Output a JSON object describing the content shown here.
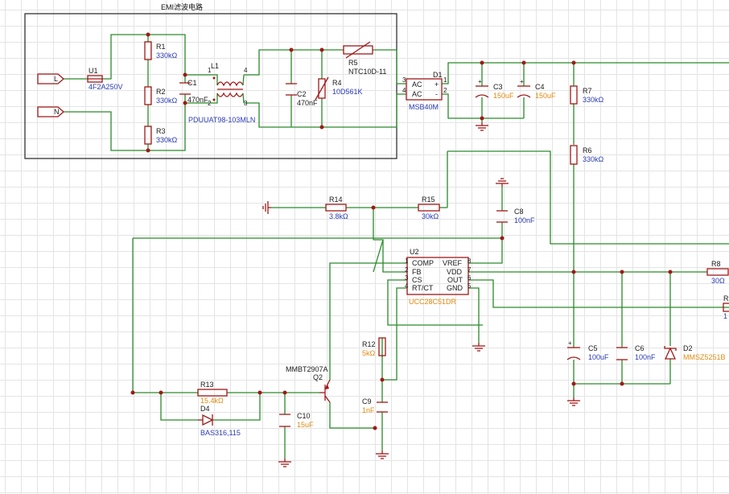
{
  "title": "EMI滤波电路",
  "ports": {
    "L": "L",
    "N": "N"
  },
  "parts": {
    "U1": {
      "ref": "U1",
      "value": "4F2A250V"
    },
    "R1": {
      "ref": "R1",
      "value": "330kΩ"
    },
    "R2": {
      "ref": "R2",
      "value": "330kΩ"
    },
    "R3": {
      "ref": "R3",
      "value": "330kΩ"
    },
    "C1": {
      "ref": "C1",
      "value": "470nF"
    },
    "L1": {
      "ref": "L1",
      "value": "PDUUAT98-103MLN",
      "pins": [
        "1",
        "2",
        "3",
        "4"
      ]
    },
    "C2": {
      "ref": "C2",
      "value": "470nF"
    },
    "R4": {
      "ref": "R4",
      "value": "10D561K"
    },
    "R5": {
      "ref": "R5",
      "value": "NTC10D-11"
    },
    "D1": {
      "ref": "D1",
      "value": "MSB40M",
      "pins": [
        "AC",
        "AC",
        "+",
        "-",
        "1",
        "2",
        "3",
        "4"
      ]
    },
    "C3": {
      "ref": "C3",
      "value": "150uF"
    },
    "C4": {
      "ref": "C4",
      "value": "150uF"
    },
    "R7": {
      "ref": "R7",
      "value": "330kΩ"
    },
    "R6": {
      "ref": "R6",
      "value": "330kΩ"
    },
    "R14": {
      "ref": "R14",
      "value": "3.8kΩ"
    },
    "R15": {
      "ref": "R15",
      "value": "30kΩ"
    },
    "C8": {
      "ref": "C8",
      "value": "100nF"
    },
    "U2": {
      "ref": "U2",
      "value": "UCC28C51DR",
      "left_pins": [
        {
          "num": "1",
          "name": "COMP"
        },
        {
          "num": "2",
          "name": "FB"
        },
        {
          "num": "3",
          "name": "CS"
        },
        {
          "num": "4",
          "name": "RT/CT"
        }
      ],
      "right_pins": [
        {
          "num": "8",
          "name": "VREF"
        },
        {
          "num": "7",
          "name": "VDD"
        },
        {
          "num": "6",
          "name": "OUT"
        },
        {
          "num": "5",
          "name": "GND"
        }
      ]
    },
    "R8": {
      "ref": "R8",
      "value": "30Ω"
    },
    "R9": {
      "ref": "R",
      "value": "1"
    },
    "R12": {
      "ref": "R12",
      "value": "5kΩ"
    },
    "C9": {
      "ref": "C9",
      "value": "1nF"
    },
    "C5": {
      "ref": "C5",
      "value": "100uF"
    },
    "C6": {
      "ref": "C6",
      "value": "100nF"
    },
    "D2": {
      "ref": "D2",
      "value": "MMSZ5251B"
    },
    "Q2": {
      "ref": "Q2",
      "value": "MMBT2907A"
    },
    "R13": {
      "ref": "R13",
      "value": "15.4kΩ"
    },
    "D4": {
      "ref": "D4",
      "value": "BAS316,115"
    },
    "C10": {
      "ref": "C10",
      "value": "15uF"
    }
  },
  "colors": {
    "wire": "#2a8a2a",
    "component": "#a01818",
    "value_blue": "#2a3bb5",
    "value_orange": "#e08a10",
    "text": "#1a1a1a",
    "grid": "#e4e4e4"
  }
}
